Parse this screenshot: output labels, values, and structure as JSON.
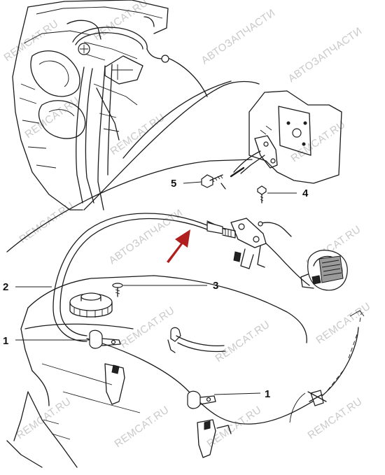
{
  "watermark": {
    "items": [
      "REMCAT.RU",
      "REMCAT.RU",
      "АВТОЗАПЧАСТИ",
      "АВТОЗАПЧАСТИ",
      "REMCAT.RU",
      "REMCAT.RU",
      "REMCAT.RU",
      "REMCAT.RU",
      "АВТОЗАПЧАСТИ",
      "REMCAT.RU",
      "REMCAT.RU",
      "REMCAT.RU",
      "REMCAT.RU",
      "REMCAT.RU",
      "REMCAT.RU",
      "REMCAT.RU",
      "REMCAT.RU"
    ],
    "color": "#c9c9c9"
  },
  "callouts": {
    "c1a": "1",
    "c1b": "1",
    "c2": "2",
    "c3": "3",
    "c4": "4",
    "c5": "5"
  },
  "arrow_color": "#b01e1e",
  "line_color": "#1a1a1a"
}
